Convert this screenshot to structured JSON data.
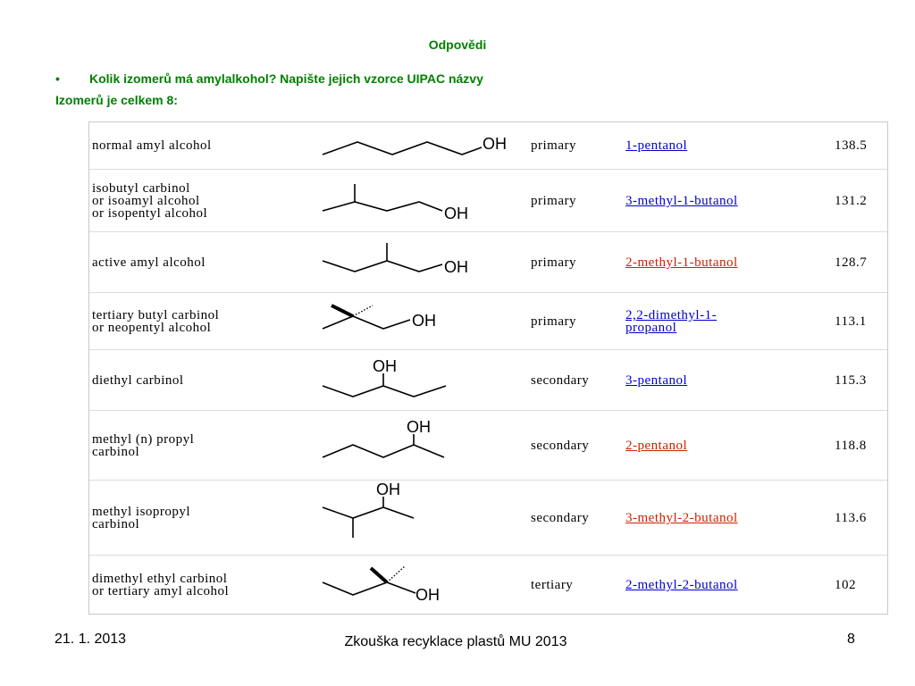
{
  "slide": {
    "title": "Odpovědi",
    "bullet_symbol": "•",
    "question": "Kolik izomerů má amylalkohol? Napište jejich vzorce  UIPAC názvy",
    "answer": "Izomerů je celkem 8:"
  },
  "table": {
    "rows": [
      {
        "name_lines": [
          "normal amyl alcohol"
        ],
        "type": "primary",
        "iupac": "1-pentanol",
        "link_color": "blue",
        "bp": "138.5",
        "structure_icon": "1-pentanol-skeletal-formula"
      },
      {
        "name_lines": [
          "isobutyl carbinol",
          "or isoamyl alcohol",
          "or isopentyl alcohol"
        ],
        "type": "primary",
        "iupac": "3-methyl-1-butanol",
        "link_color": "blue",
        "bp": "131.2",
        "structure_icon": "3-methyl-1-butanol-skeletal-formula"
      },
      {
        "name_lines": [
          "active amyl alcohol"
        ],
        "type": "primary",
        "iupac": "2-methyl-1-butanol",
        "link_color": "red",
        "bp": "128.7",
        "structure_icon": "2-methyl-1-butanol-skeletal-formula"
      },
      {
        "name_lines": [
          "tertiary butyl carbinol",
          "or neopentyl alcohol"
        ],
        "type": "primary",
        "iupac": "2,2-dimethyl-1-propanol",
        "iupac_lines": [
          "2,2-dimethyl-1-",
          "propanol"
        ],
        "link_color": "blue",
        "bp": "113.1",
        "structure_icon": "neopentyl-alcohol-skeletal-formula"
      },
      {
        "name_lines": [
          "diethyl carbinol"
        ],
        "type": "secondary",
        "iupac": "3-pentanol",
        "link_color": "blue",
        "bp": "115.3",
        "structure_icon": "3-pentanol-skeletal-formula"
      },
      {
        "name_lines": [
          "methyl (n) propyl",
          "carbinol"
        ],
        "type": "secondary",
        "iupac": "2-pentanol",
        "link_color": "red",
        "bp": "118.8",
        "structure_icon": "2-pentanol-skeletal-formula"
      },
      {
        "name_lines": [
          "methyl isopropyl",
          "carbinol"
        ],
        "type": "secondary",
        "iupac": "3-methyl-2-butanol",
        "link_color": "red",
        "bp": "113.6",
        "structure_icon": "3-methyl-2-butanol-skeletal-formula"
      },
      {
        "name_lines": [
          "dimethyl ethyl carbinol",
          "or tertiary amyl alcohol"
        ],
        "type": "tertiary",
        "iupac": "2-methyl-2-butanol",
        "link_color": "blue",
        "bp": "102",
        "structure_icon": "2-methyl-2-butanol-skeletal-formula"
      }
    ],
    "oh_label": "OH"
  },
  "footer": {
    "date": "21. 1. 2013",
    "center": "Zkouška recyklace plastů MU 2013",
    "page": "8"
  },
  "colors": {
    "heading": "#008000",
    "link_blue": "#0000cc",
    "link_red": "#cc2200",
    "border": "#c8c8c8"
  }
}
